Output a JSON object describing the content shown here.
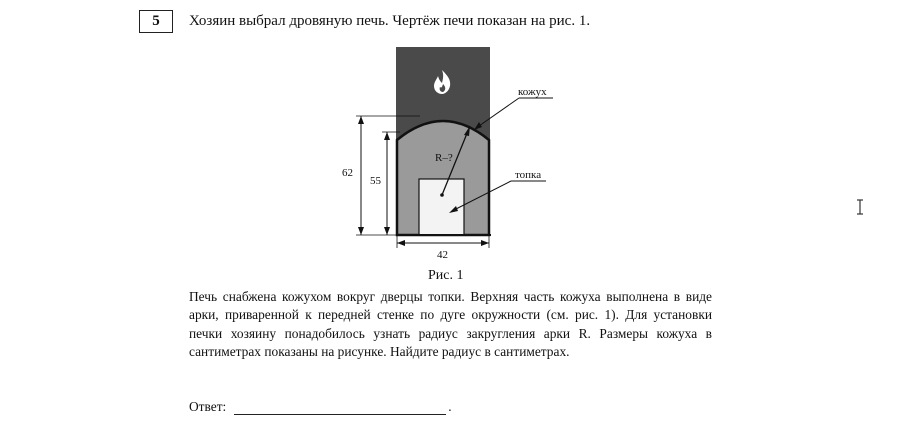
{
  "task": {
    "number": "5",
    "title": "Хозяин выбрал дровяную печь. Чертёж печи показан на рис. 1."
  },
  "figure": {
    "label_casing": "кожух",
    "label_firebox": "топка",
    "label_radius": "R–?",
    "dim_outer_height": "62",
    "dim_inner_height": "55",
    "dim_width": "42",
    "colors": {
      "stove_top": "#4a4a4a",
      "casing": "#9a9a9a",
      "door": "#f3f3f3",
      "line": "#111111"
    },
    "icon": "flame-icon"
  },
  "caption": "Рис. 1",
  "body_text": "Печь снабжена кожухом вокруг дверцы топки. Верхняя часть кожуха выполнена в виде арки, приваренной к передней стенке по дуге окружности (см. рис. 1). Для установки печки хозяину понадобилось узнать радиус закругления арки R. Размеры кожуха в сантиметрах показаны на рисунке. Найдите радиус в сантиметрах.",
  "answer": {
    "label": "Ответ:",
    "end": "."
  }
}
